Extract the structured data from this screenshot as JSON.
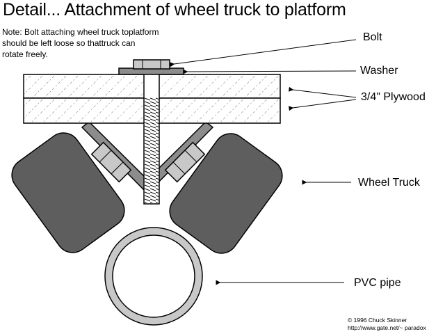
{
  "title": "Detail... Attachment of wheel truck to platform",
  "note": "Note: Bolt attaching wheel truck toplatform\nshould be left loose so thattruck can\nrotate freely.",
  "labels": {
    "bolt": "Bolt",
    "washer": "Washer",
    "plywood": "3/4\" Plywood",
    "wheel_truck": "Wheel Truck",
    "pvc_pipe": "PVC pipe"
  },
  "credit": "© 1996 Chuck Skinner\nhttp://www.gate.net/~ paradox",
  "colors": {
    "wheel_fill": "#5e5e5e",
    "metal_fill": "#c8c8c8",
    "bracket_fill": "#8c8c8c",
    "pipe_fill": "#c8c8c8",
    "hatch": "#777777"
  }
}
